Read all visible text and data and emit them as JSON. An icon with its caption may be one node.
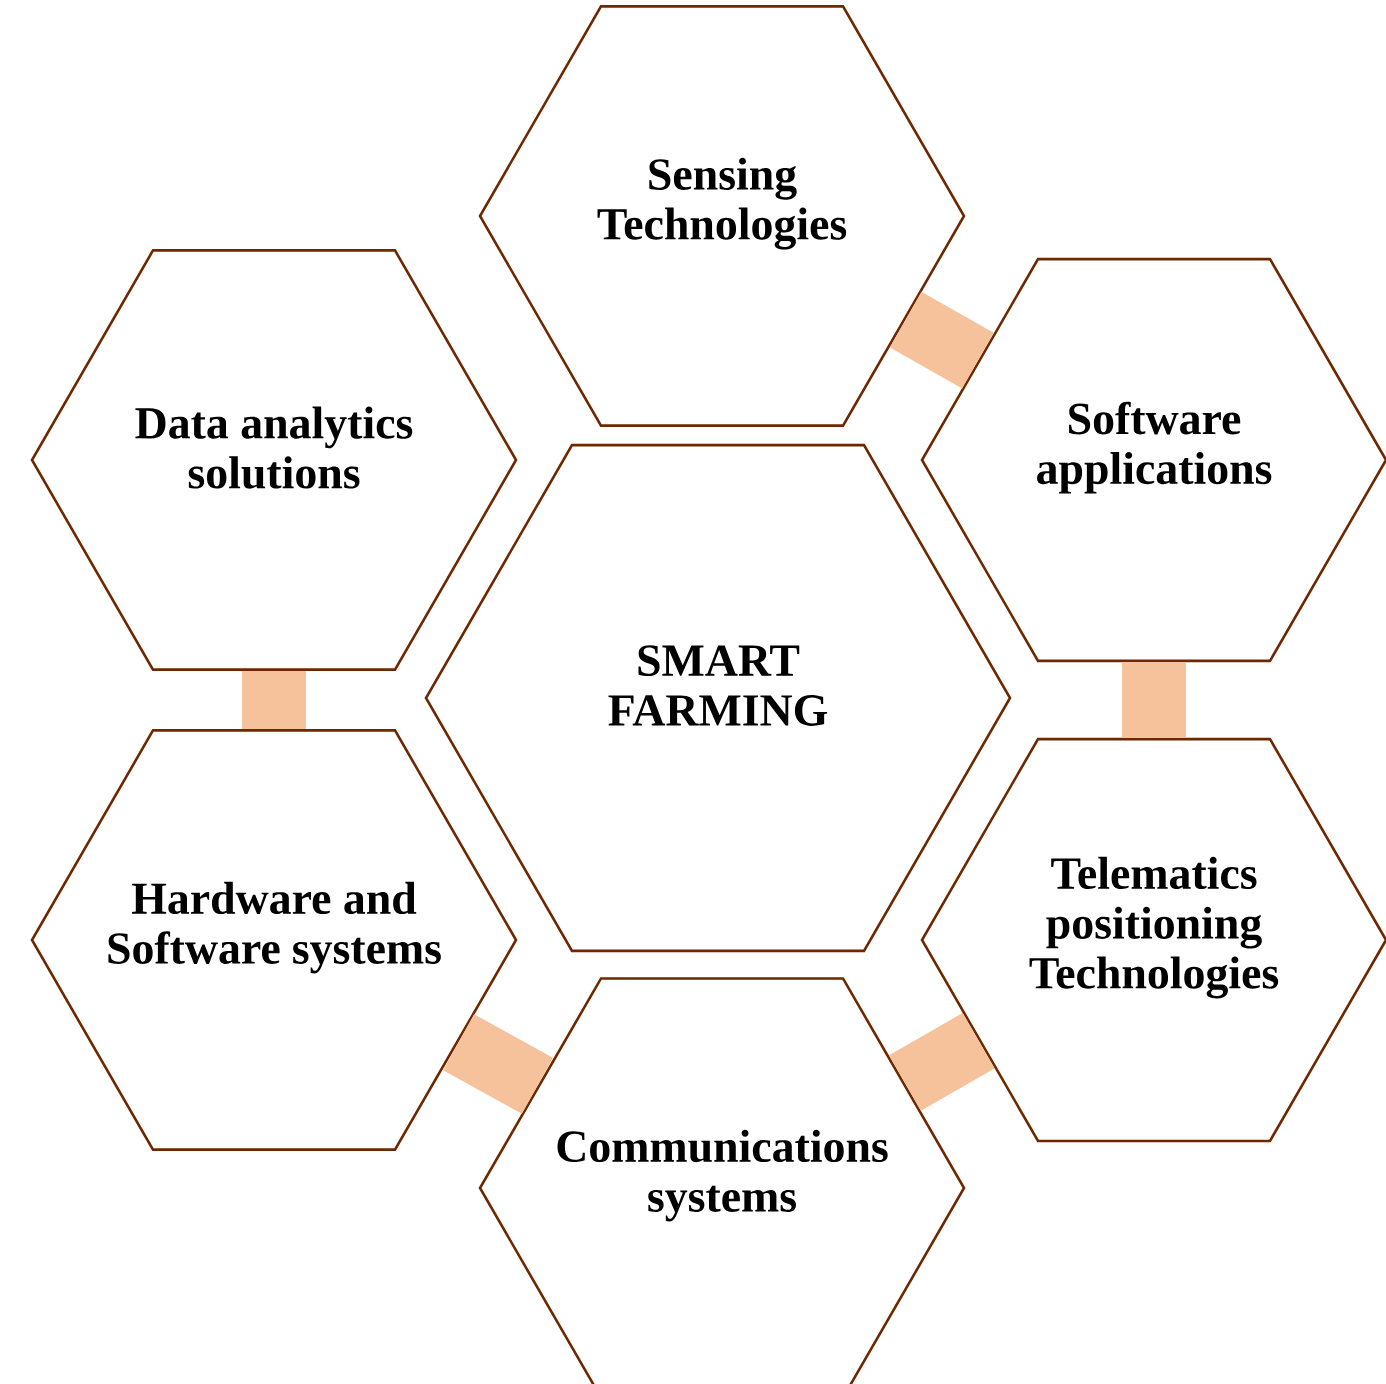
{
  "diagram": {
    "nodes": [
      {
        "text": [
          "Sensing Technologies"
        ]
      },
      {
        "text": [
          "Data analytics solutions"
        ]
      },
      {
        "text": [
          "Software applications"
        ]
      },
      {
        "text": [
          "SMART FARMING"
        ]
      },
      {
        "text": [
          "Hardware and Software systems"
        ]
      },
      {
        "text": [
          "Telematics positioning Technologies"
        ]
      },
      {
        "text": [
          "Communications systems"
        ]
      }
    ],
    "edges": [
      {
        "from": 0,
        "to": 2,
        "arrow": "none",
        "color": "#f6c29c"
      },
      {
        "from": 2,
        "to": 5,
        "arrow": "none",
        "color": "#f6c29c"
      },
      {
        "from": 5,
        "to": 6,
        "arrow": "none",
        "color": "#f6c29c"
      },
      {
        "from": 6,
        "to": 4,
        "arrow": "none",
        "color": "#f6c29c"
      },
      {
        "from": 4,
        "to": 1,
        "arrow": "none",
        "color": "#f6c29c"
      }
    ]
  }
}
